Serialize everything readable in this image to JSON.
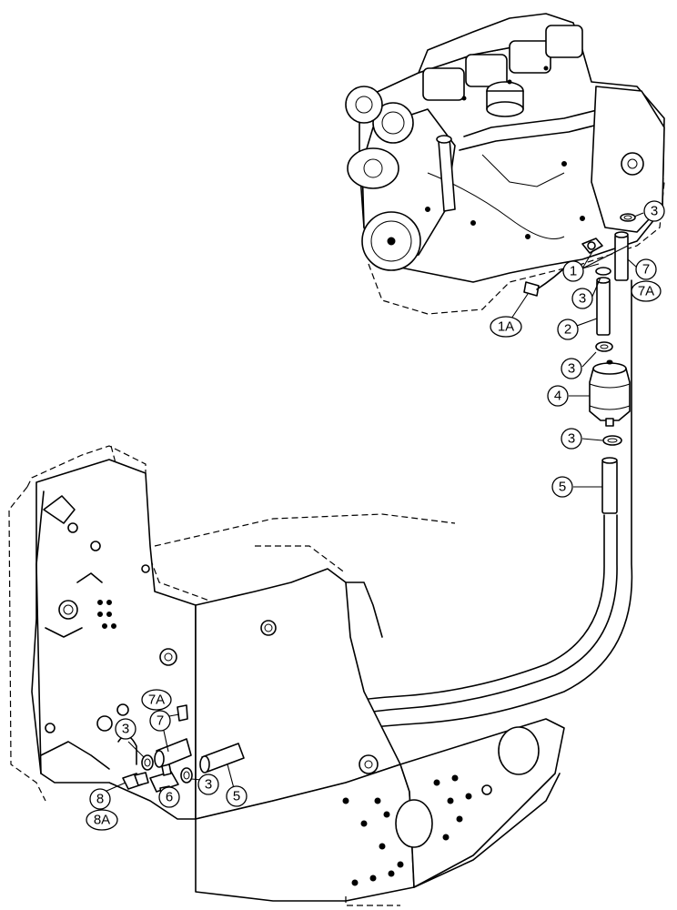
{
  "callouts": [
    {
      "id": "c-3-top",
      "label": "3"
    },
    {
      "id": "c-1",
      "label": "1"
    },
    {
      "id": "c-7-top",
      "label": "7"
    },
    {
      "id": "c-7a-top",
      "label": "7A"
    },
    {
      "id": "c-3-b",
      "label": "3"
    },
    {
      "id": "c-1a",
      "label": "1A"
    },
    {
      "id": "c-2",
      "label": "2"
    },
    {
      "id": "c-3-c",
      "label": "3"
    },
    {
      "id": "c-4",
      "label": "4"
    },
    {
      "id": "c-3-d",
      "label": "3"
    },
    {
      "id": "c-5-top",
      "label": "5"
    },
    {
      "id": "c-7a-low",
      "label": "7A"
    },
    {
      "id": "c-7-low",
      "label": "7"
    },
    {
      "id": "c-3-low-left",
      "label": "3"
    },
    {
      "id": "c-3-low-right",
      "label": "3"
    },
    {
      "id": "c-5-low",
      "label": "5"
    },
    {
      "id": "c-6",
      "label": "6"
    },
    {
      "id": "c-8",
      "label": "8"
    },
    {
      "id": "c-8a",
      "label": "8A"
    }
  ]
}
